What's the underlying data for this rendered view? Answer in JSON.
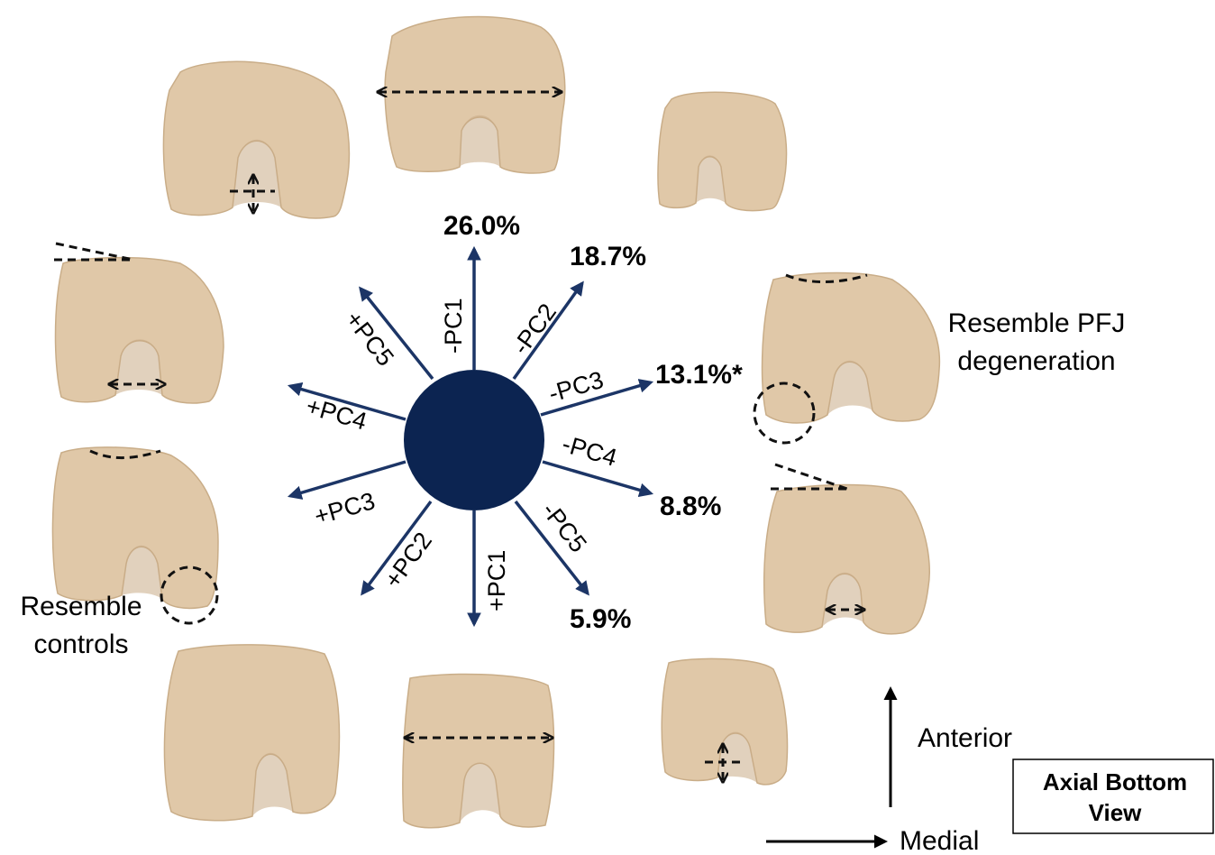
{
  "variance": {
    "pc1": "26.0%",
    "pc2": "18.7%",
    "pc3": "13.1%*",
    "pc4": "8.8%",
    "pc5": "5.9%"
  },
  "modes": {
    "neg_pc1": "-PC1",
    "neg_pc2": "-PC2",
    "neg_pc3": "-PC3",
    "neg_pc4": "-PC4",
    "neg_pc5": "-PC5",
    "pos_pc1": "+PC1",
    "pos_pc2": "+PC2",
    "pos_pc3": "+PC3",
    "pos_pc4": "+PC4",
    "pos_pc5": "+PC5"
  },
  "annotations": {
    "pfj_line1": "Resemble PFJ",
    "pfj_line2": "degeneration",
    "controls_line1": "Resemble",
    "controls_line2": "controls"
  },
  "axes": {
    "anterior": "Anterior",
    "medial": "Medial"
  },
  "view_box": {
    "line1": "Axial Bottom",
    "line2": "View"
  },
  "colors": {
    "hub": "#0c2451",
    "arrow": "#1c3566",
    "bone": "#e0c8a8"
  }
}
